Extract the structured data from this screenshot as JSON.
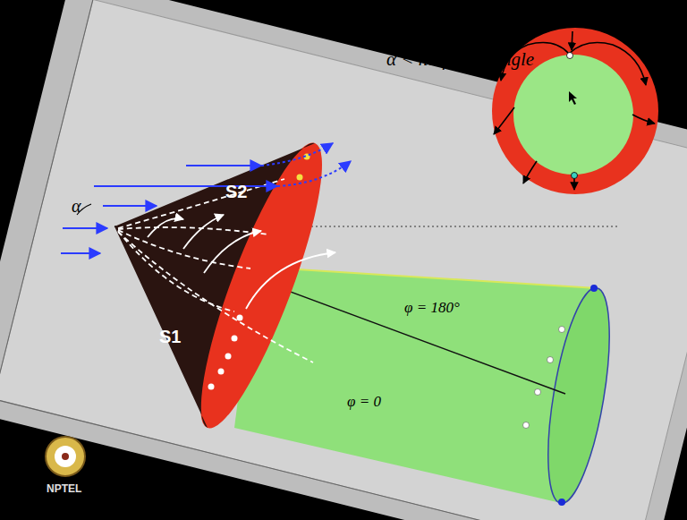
{
  "diagram": {
    "labels": [
      "α < half cone angle",
      "α",
      "S2",
      "S1",
      "φ = 180°",
      "φ = 0",
      "NPTEL"
    ]
  }
}
